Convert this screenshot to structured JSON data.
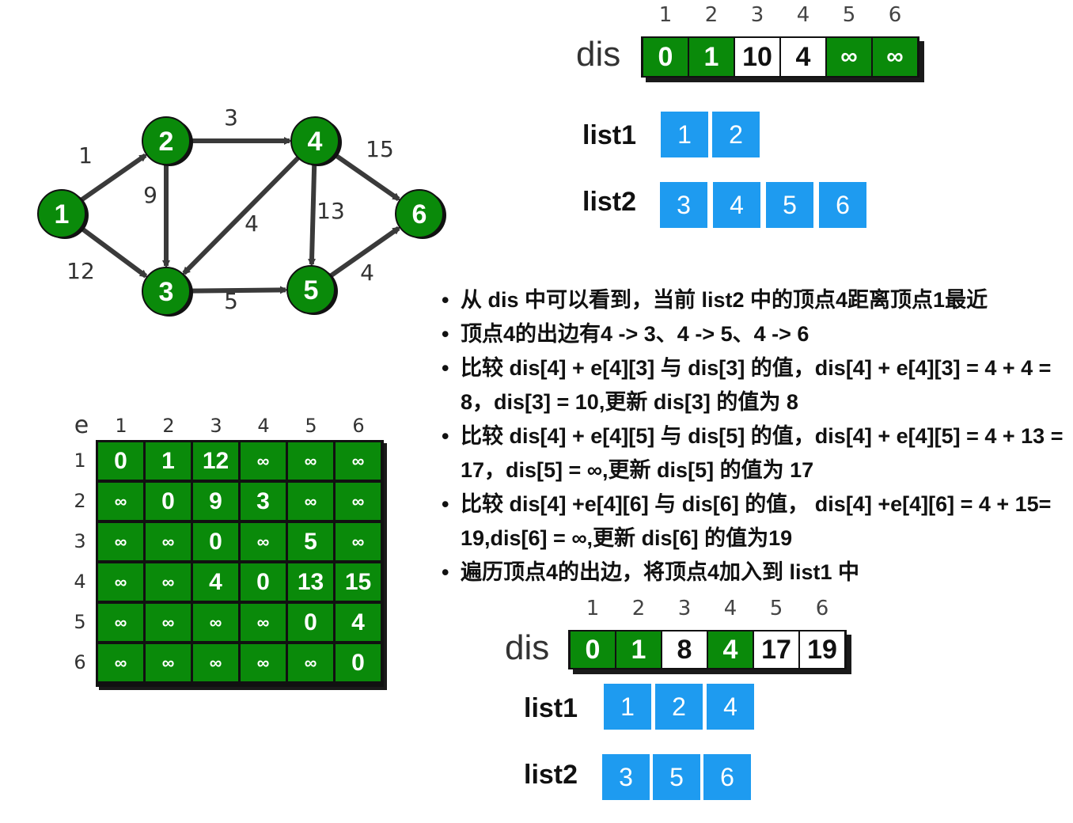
{
  "graph": {
    "nodes": [
      {
        "id": "1",
        "label": "1"
      },
      {
        "id": "2",
        "label": "2"
      },
      {
        "id": "3",
        "label": "3"
      },
      {
        "id": "4",
        "label": "4"
      },
      {
        "id": "5",
        "label": "5"
      },
      {
        "id": "6",
        "label": "6"
      }
    ],
    "edges": [
      {
        "from": "1",
        "to": "2",
        "weight": "1"
      },
      {
        "from": "1",
        "to": "3",
        "weight": "12"
      },
      {
        "from": "2",
        "to": "3",
        "weight": "9"
      },
      {
        "from": "2",
        "to": "4",
        "weight": "3"
      },
      {
        "from": "4",
        "to": "3",
        "weight": "4"
      },
      {
        "from": "4",
        "to": "5",
        "weight": "13"
      },
      {
        "from": "4",
        "to": "6",
        "weight": "15"
      },
      {
        "from": "3",
        "to": "5",
        "weight": "5"
      },
      {
        "from": "5",
        "to": "6",
        "weight": "4"
      }
    ],
    "node_color": "#0a8a0a"
  },
  "dis_before": {
    "label": "dis",
    "indices": [
      "1",
      "2",
      "3",
      "4",
      "5",
      "6"
    ],
    "values": [
      "0",
      "1",
      "10",
      "4",
      "∞",
      "∞"
    ],
    "settled": [
      true,
      true,
      false,
      false,
      true,
      true
    ]
  },
  "lists_before": {
    "list1": {
      "label": "list1",
      "items": [
        "1",
        "2"
      ]
    },
    "list2": {
      "label": "list2",
      "items": [
        "3",
        "4",
        "5",
        "6"
      ]
    }
  },
  "matrix": {
    "corner": "e",
    "col_headers": [
      "1",
      "2",
      "3",
      "4",
      "5",
      "6"
    ],
    "row_headers": [
      "1",
      "2",
      "3",
      "4",
      "5",
      "6"
    ],
    "rows": [
      [
        "0",
        "1",
        "12",
        "∞",
        "∞",
        "∞"
      ],
      [
        "∞",
        "0",
        "9",
        "3",
        "∞",
        "∞"
      ],
      [
        "∞",
        "∞",
        "0",
        "∞",
        "5",
        "∞"
      ],
      [
        "∞",
        "∞",
        "4",
        "0",
        "13",
        "15"
      ],
      [
        "∞",
        "∞",
        "∞",
        "∞",
        "0",
        "4"
      ],
      [
        "∞",
        "∞",
        "∞",
        "∞",
        "∞",
        "0"
      ]
    ]
  },
  "notes": [
    "从 dis 中可以看到，当前 list2 中的顶点4距离顶点1最近",
    "顶点4的出边有4 -> 3、4 -> 5、4 -> 6",
    "比较 dis[4] + e[4][3] 与 dis[3] 的值，dis[4] + e[4][3] = 4 + 4 = 8，dis[3] = 10,更新 dis[3] 的值为 8",
    "比较 dis[4] + e[4][5] 与 dis[5] 的值，dis[4] + e[4][5]  = 4 + 13 = 17，dis[5] = ∞,更新 dis[5] 的值为 17",
    "比较 dis[4] +e[4][6] 与 dis[6] 的值， dis[4] +e[4][6] = 4 + 15= 19,dis[6] = ∞,更新 dis[6] 的值为19",
    "遍历顶点4的出边，将顶点4加入到 list1 中"
  ],
  "dis_after": {
    "label": "dis",
    "indices": [
      "1",
      "2",
      "3",
      "4",
      "5",
      "6"
    ],
    "values": [
      "0",
      "1",
      "8",
      "4",
      "17",
      "19"
    ],
    "settled": [
      true,
      true,
      false,
      true,
      false,
      false
    ]
  },
  "lists_after": {
    "list1": {
      "label": "list1",
      "items": [
        "1",
        "2",
        "4"
      ]
    },
    "list2": {
      "label": "list2",
      "items": [
        "3",
        "5",
        "6"
      ]
    }
  },
  "colors": {
    "green": "#0a8a0a",
    "blue": "#1e9bf0"
  }
}
